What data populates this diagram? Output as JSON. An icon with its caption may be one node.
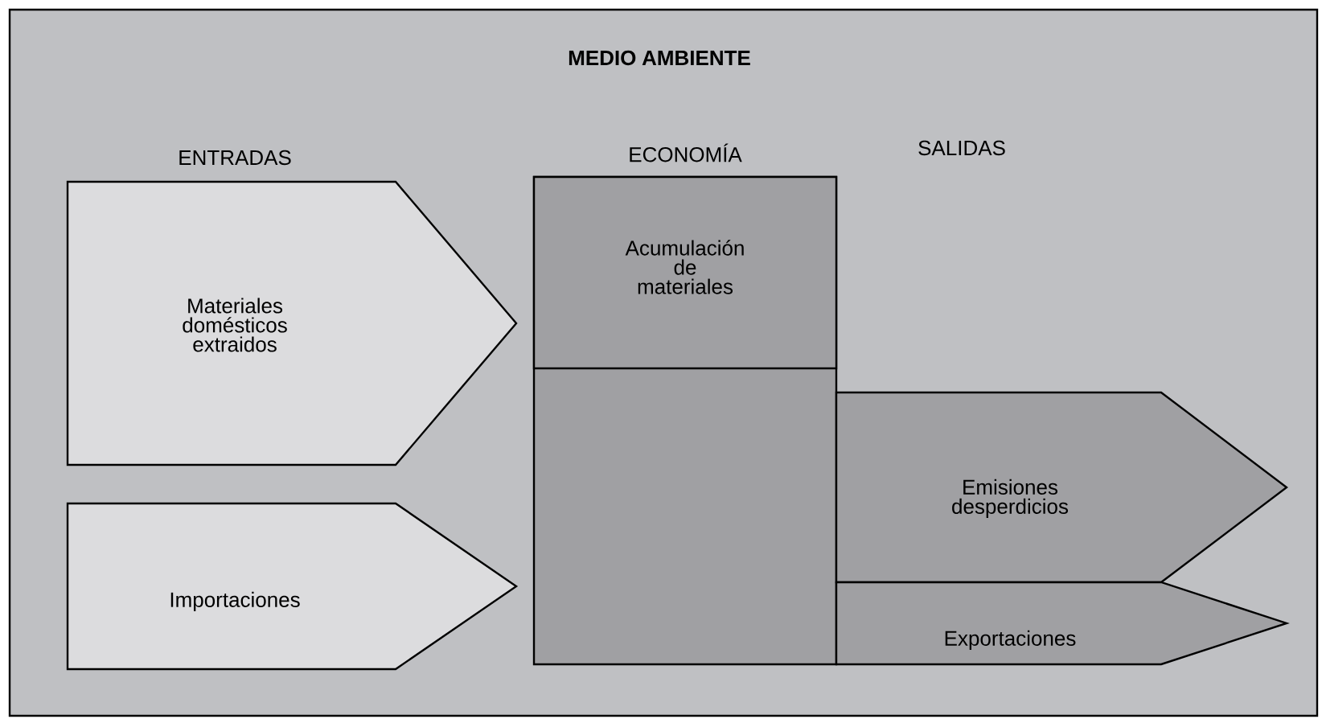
{
  "diagram": {
    "nodes": [
      {
        "text": [
          "MEDIO AMBIENTE"
        ]
      },
      {
        "text": [
          "Materiales domésticos extraidos"
        ],
        "in": 0
      },
      {
        "text": [
          "Importaciones"
        ],
        "in": 0
      },
      {
        "text": [
          "ECONOMÍA"
        ],
        "in": 0
      },
      {
        "text": [
          "Acumulación de materiales"
        ],
        "in": 3
      },
      {
        "text": [
          "Emisiones desperdicios"
        ],
        "in": 0
      },
      {
        "text": [
          "Exportaciones"
        ],
        "in": 0
      }
    ],
    "labels": [
      "ENTRADAS",
      "SALIDAS"
    ]
  }
}
